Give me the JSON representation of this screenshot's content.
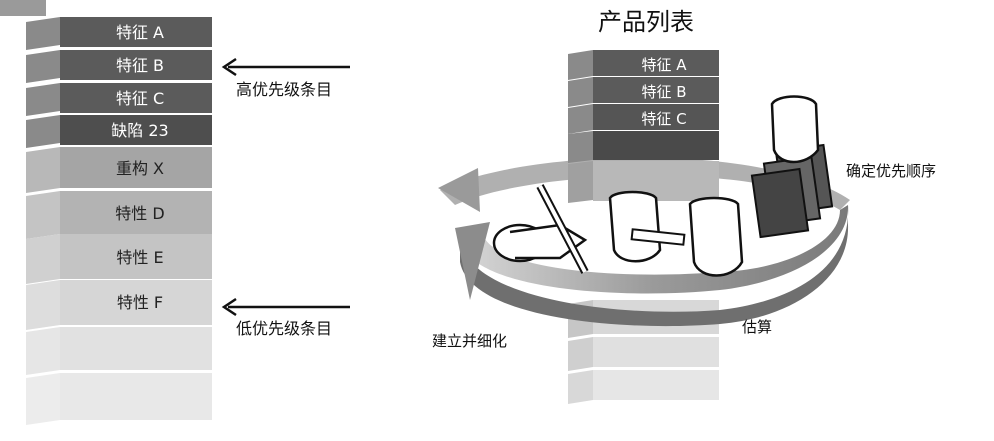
{
  "left_stack": {
    "items": [
      {
        "label": "特征 A"
      },
      {
        "label": "特征 B"
      },
      {
        "label": "特征 C"
      },
      {
        "label": "缺陷 23"
      },
      {
        "label": "重构 X"
      },
      {
        "label": "特性 D"
      },
      {
        "label": "特性 E"
      },
      {
        "label": "特性 F"
      }
    ],
    "high_priority_label": "高优先级条目",
    "low_priority_label": "低优先级条目"
  },
  "right_diagram": {
    "title": "产品列表",
    "items": [
      {
        "label": "特征 A"
      },
      {
        "label": "特征 B"
      },
      {
        "label": "特征 C"
      }
    ],
    "steps": {
      "prioritize": "确定优先顺序",
      "estimate": "估算",
      "refine": "建立并细化"
    }
  }
}
